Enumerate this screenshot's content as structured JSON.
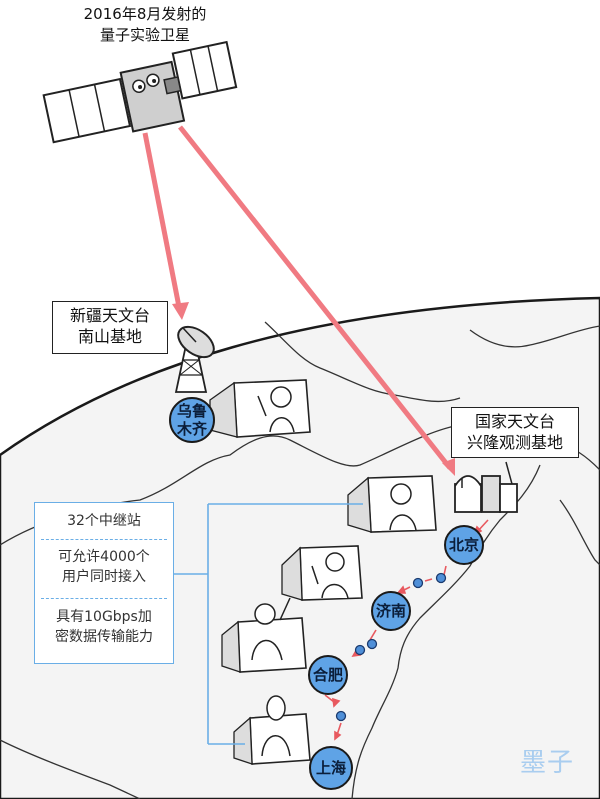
{
  "satellite": {
    "title_line1": "2016年8月发射的",
    "title_line2": "量子实验卫星"
  },
  "stations": {
    "nanshan_line1": "新疆天文台",
    "nanshan_line2": "南山基地",
    "xinglong_line1": "国家天文台",
    "xinglong_line2": "兴隆观测基地"
  },
  "cities": {
    "urumqi_line1": "乌鲁",
    "urumqi_line2": "木齐",
    "beijing": "北京",
    "jinan": "济南",
    "hefei": "合肥",
    "shanghai": "上海"
  },
  "info": {
    "relay": "32个中继站",
    "users_line1": "可允许4000个",
    "users_line2": "用户同时接入",
    "rate_line1": "具有10Gbps加",
    "rate_line2": "密数据传输能力"
  },
  "colors": {
    "beam": "#f07a82",
    "city_fill": "#5fa3e6",
    "relay": "#4f8fd8",
    "panel_border": "#6aaee6",
    "logo": "#a9cdef"
  },
  "logo": "墨子"
}
